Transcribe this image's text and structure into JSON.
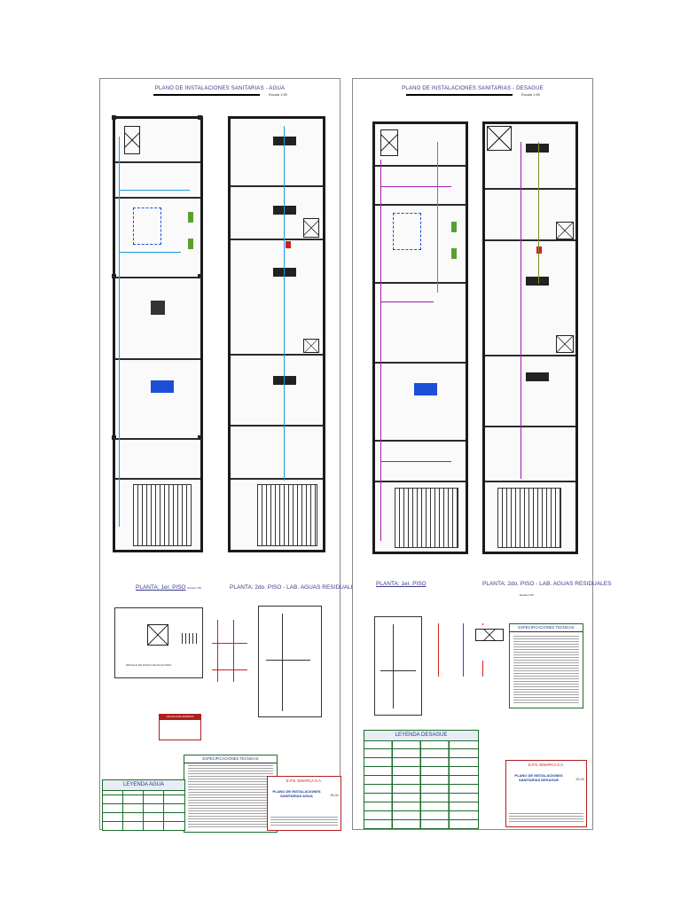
{
  "sheets": {
    "water": {
      "title": "PLANO DE INSTALACIONES SANITARIAS - AGUA",
      "scale": "Escala 1:50",
      "plan1_caption": "PLANTA: 1er. PISO",
      "plan1_scale": "Escala 1:50",
      "plan2_caption": "PLANTA: 2do. PISO - LAB. AGUAS RESIDUALES",
      "detail_caption": "DETALLE DE NICHO DE AGUA PARA",
      "legend_title": "LEYENDA  AGUA",
      "specs_title": "ESPECIFICACIONES  TECNICAS",
      "fixture_title": "CALCULO DE APARATOS SANITARIOS",
      "company": "E.P.S. EMAPICA S.A.",
      "sheet_title": "PLANO DE INSTALACIONES SANITARIAS AGUA",
      "sheet_code": "IS-01"
    },
    "drain": {
      "title": "PLANO DE INSTALACIONES SANITARIAS - DESAGUE",
      "scale": "Escala 1:50",
      "plan1_caption": "PLANTA: 1er. PISO",
      "plan2_caption": "PLANTA: 2do. PISO - LAB. AGUAS RESIDUALES",
      "plan_scale": "Escala 1:50",
      "legend_title": "LEYENDA  DESAGUE",
      "specs_title": "ESPECIFICACIONES  TECNICAS",
      "company": "E.P.S. EMAPICA S.A.",
      "sheet_title": "PLANO DE INSTALACIONES SANITARIAS DESAGUE",
      "sheet_code": "IS-02"
    }
  },
  "colors": {
    "water_pipe": "#1d9bd8",
    "drain_pipe": "#a21caf",
    "vent_pipe": "#8a8a20",
    "accent_red": "#d21f1f",
    "accent_green": "#5aa02c",
    "title_blue": "#3a3a8a"
  }
}
